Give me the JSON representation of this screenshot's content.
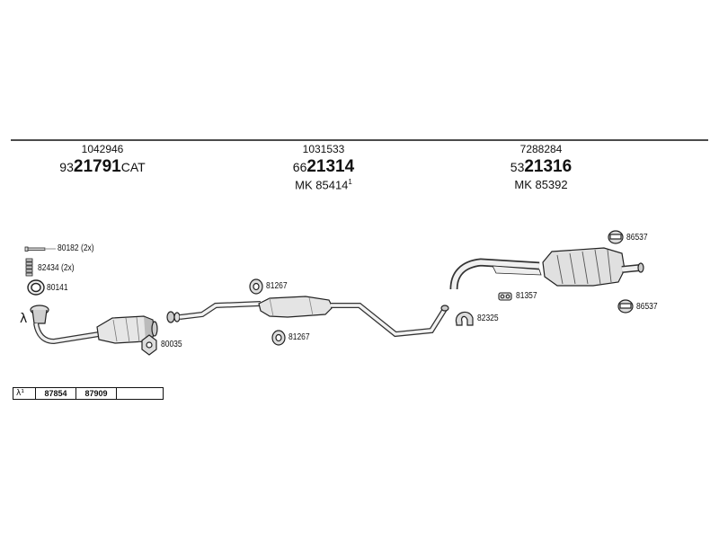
{
  "sections": [
    {
      "ref": "1042946",
      "pn_prefix": "93",
      "pn_main": "21791",
      "pn_suffix": "CAT",
      "mk": "",
      "mk_sup": ""
    },
    {
      "ref": "1031533",
      "pn_prefix": "66",
      "pn_main": "21314",
      "pn_suffix": "",
      "mk": "MK 85414",
      "mk_sup": "1"
    },
    {
      "ref": "7288284",
      "pn_prefix": "53",
      "pn_main": "21316",
      "pn_suffix": "",
      "mk": "MK 85392",
      "mk_sup": ""
    }
  ],
  "parts": {
    "p80182": "80182 (2x)",
    "p82434": "82434 (2x)",
    "p80141": "80141",
    "p80035": "80035",
    "p81267a": "81267",
    "p81267b": "81267",
    "p82325": "82325",
    "p81357": "81357",
    "p86537a": "86537",
    "p86537b": "86537"
  },
  "lambda_symbol": "λ",
  "footer_table": {
    "cells": [
      "λ¹",
      "87854",
      "87909",
      ""
    ]
  }
}
